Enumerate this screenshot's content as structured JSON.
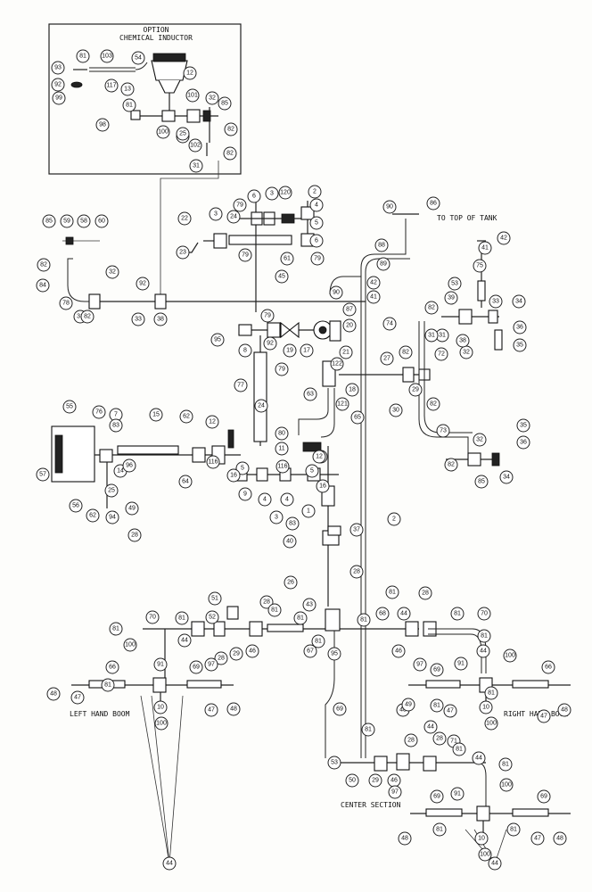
{
  "labels": {
    "inset_line1": "OPTION",
    "inset_line2": "CHEMICAL INDUCTOR",
    "to_top_of_tank": "TO TOP OF TANK",
    "left_boom": "LEFT HAND BOOM",
    "right_boom": "RIGHT HAND BOOM",
    "center_section": "CENTER SECTION"
  },
  "callouts": [
    "1",
    "2",
    "3",
    "4",
    "5",
    "6",
    "7",
    "8",
    "9",
    "10",
    "11",
    "12",
    "13",
    "14",
    "15",
    "16",
    "17",
    "18",
    "19",
    "20",
    "21",
    "22",
    "23",
    "24",
    "25",
    "26",
    "27",
    "28",
    "29",
    "30",
    "31",
    "32",
    "33",
    "34",
    "35",
    "36",
    "37",
    "38",
    "39",
    "40",
    "41",
    "42",
    "43",
    "44",
    "45",
    "46",
    "47",
    "48",
    "49",
    "50",
    "51",
    "52",
    "53",
    "54",
    "55",
    "56",
    "57",
    "58",
    "59",
    "60",
    "61",
    "62",
    "63",
    "64",
    "65",
    "66",
    "67",
    "68",
    "69",
    "70",
    "71",
    "72",
    "73",
    "74",
    "75",
    "76",
    "77",
    "78",
    "79",
    "80",
    "81",
    "82",
    "83",
    "84",
    "85",
    "86",
    "87",
    "88",
    "89",
    "90",
    "91",
    "92",
    "93",
    "94",
    "95",
    "96",
    "97",
    "98",
    "99",
    "100",
    "101",
    "102",
    "103",
    "116",
    "117",
    "120",
    "121",
    "122"
  ]
}
